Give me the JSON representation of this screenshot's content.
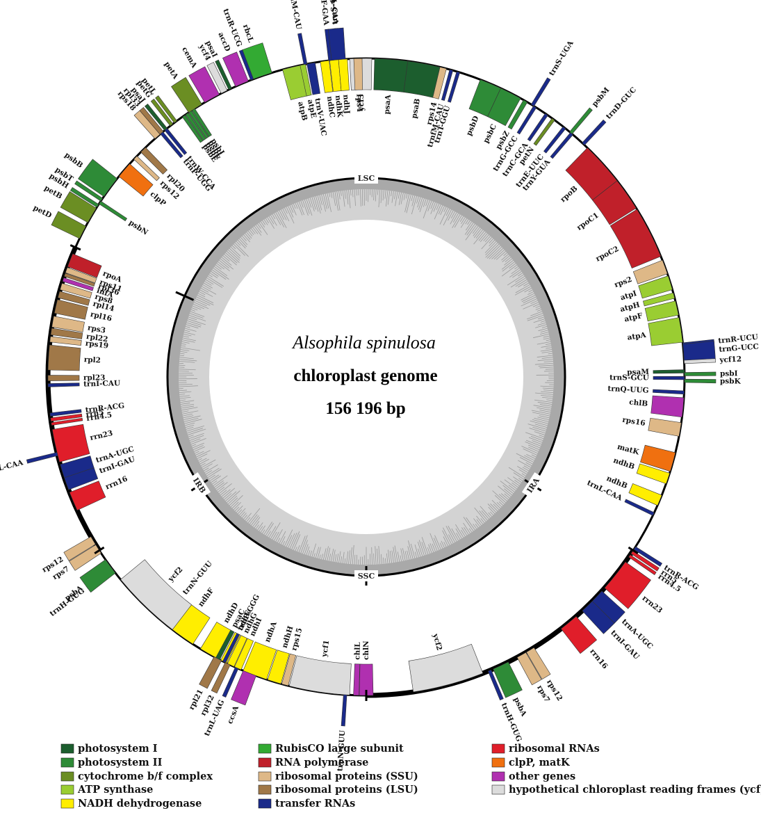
{
  "title": {
    "species": "Alsophila spinulosa",
    "subtitle": "chloroplast genome",
    "length": "156 196 bp"
  },
  "regions": [
    {
      "name": "LSC",
      "angle": 0
    },
    {
      "name": "IRA",
      "angle": 123
    },
    {
      "name": "SSC",
      "angle": 180
    },
    {
      "name": "IRB",
      "angle": 237
    }
  ],
  "colors": {
    "photosystem I": "#1c5e2e",
    "photosystem II": "#2e8b37",
    "cytochrome b/f complex": "#6b8e23",
    "ATP synthase": "#9acd32",
    "NADH dehydrogenase": "#ffee00",
    "RubisCO large subunit": "#33aa33",
    "RNA polymerase": "#c0202a",
    "ribosomal proteins (SSU)": "#deb887",
    "ribosomal proteins (LSU)": "#a07848",
    "transfer RNAs": "#1a2a8a",
    "ribosomal RNAs": "#e01e2a",
    "clpP, matK": "#f07010",
    "other genes": "#b030b0",
    "hypothetical chloroplast reading frames (ycf)": "#dcdcdc"
  },
  "legend": [
    [
      "photosystem I",
      "photosystem II",
      "cytochrome b/f complex",
      "ATP synthase",
      "NADH dehydrogenase"
    ],
    [
      "RubisCO large subunit",
      "RNA polymerase",
      "ribosomal proteins (SSU)",
      "ribosomal proteins (LSU)",
      "transfer RNAs"
    ],
    [
      "ribosomal RNAs",
      "clpP, matK",
      "other genes",
      "hypothetical chloroplast reading frames (ycf)"
    ]
  ],
  "genes": [
    {
      "name": "trnS-GGA",
      "cat": "transfer RNAs",
      "a": -5.0,
      "w": 0.6,
      "s": "out"
    },
    {
      "name": "ycf3",
      "cat": "hypothetical chloroplast reading frames (ycf)",
      "a": -1.0,
      "w": 4.0,
      "s": "in"
    },
    {
      "name": "psaA",
      "cat": "photosystem I",
      "a": 4.5,
      "w": 6.0,
      "s": "in"
    },
    {
      "name": "psaB",
      "cat": "photosystem I",
      "a": 10.5,
      "w": 6.0,
      "s": "in"
    },
    {
      "name": "rps14",
      "cat": "ribosomal proteins (SSU)",
      "a": 14.0,
      "w": 1.2,
      "s": "in"
    },
    {
      "name": "trnfM-CAU",
      "cat": "transfer RNAs",
      "a": 15.5,
      "w": 0.6,
      "s": "in"
    },
    {
      "name": "trnT-GGU",
      "cat": "transfer RNAs",
      "a": 16.8,
      "w": 0.6,
      "s": "in"
    },
    {
      "name": "psbD",
      "cat": "photosystem II",
      "a": 23.0,
      "w": 4.0,
      "s": "in"
    },
    {
      "name": "psbC",
      "cat": "photosystem II",
      "a": 27.0,
      "w": 4.0,
      "s": "in"
    },
    {
      "name": "trnS-UGA",
      "cat": "transfer RNAs",
      "a": 31.5,
      "w": 0.6,
      "s": "out"
    },
    {
      "name": "psbZ",
      "cat": "photosystem II",
      "a": 30.0,
      "w": 0.8,
      "s": "in"
    },
    {
      "name": "trnG-GCC",
      "cat": "transfer RNAs",
      "a": 32.0,
      "w": 0.6,
      "s": "in"
    },
    {
      "name": "trnC-GCA",
      "cat": "transfer RNAs",
      "a": 34.5,
      "w": 0.6,
      "s": "in"
    },
    {
      "name": "petN",
      "cat": "cytochrome b/f complex",
      "a": 36.0,
      "w": 0.6,
      "s": "in"
    },
    {
      "name": "psbM",
      "cat": "photosystem II",
      "a": 40.0,
      "w": 0.6,
      "s": "out"
    },
    {
      "name": "trnD-GUC",
      "cat": "transfer RNAs",
      "a": 43.0,
      "w": 0.6,
      "s": "out"
    },
    {
      "name": "trnE-UUC",
      "cat": "transfer RNAs",
      "a": 38.5,
      "w": 0.6,
      "s": "in"
    },
    {
      "name": "trnY-GUA",
      "cat": "transfer RNAs",
      "a": 40.2,
      "w": 0.6,
      "s": "in"
    },
    {
      "name": "rpoB",
      "cat": "RNA polymerase",
      "a": 48.0,
      "w": 8.0,
      "s": "in"
    },
    {
      "name": "rpoC1",
      "cat": "RNA polymerase",
      "a": 55.0,
      "w": 6.0,
      "s": "in"
    },
    {
      "name": "rpoC2",
      "cat": "RNA polymerase",
      "a": 63.0,
      "w": 9.5,
      "s": "in"
    },
    {
      "name": "rps2",
      "cat": "ribosomal proteins (SSU)",
      "a": 69.8,
      "w": 2.6,
      "s": "in"
    },
    {
      "name": "atpI",
      "cat": "ATP synthase",
      "a": 72.8,
      "w": 2.6,
      "s": "in"
    },
    {
      "name": "atpH",
      "cat": "ATP synthase",
      "a": 75.2,
      "w": 1.0,
      "s": "in"
    },
    {
      "name": "atpF",
      "cat": "ATP synthase",
      "a": 77.5,
      "w": 2.6,
      "s": "in"
    },
    {
      "name": "atpA",
      "cat": "ATP synthase",
      "a": 81.5,
      "w": 4.5,
      "s": "in"
    },
    {
      "name": "trnR-UCU",
      "cat": "transfer RNAs",
      "a": 84.2,
      "w": 0.7,
      "s": "out"
    },
    {
      "name": "trnG-UCC",
      "cat": "transfer RNAs",
      "a": 85.6,
      "w": 3.0,
      "s": "out"
    },
    {
      "name": "ycf12",
      "cat": "hypothetical chloroplast reading frames (ycf)",
      "a": 87.3,
      "w": 0.6,
      "s": "out"
    },
    {
      "name": "psaM",
      "cat": "photosystem I",
      "a": 89.0,
      "w": 0.6,
      "s": "in"
    },
    {
      "name": "trnS-GCU",
      "cat": "transfer RNAs",
      "a": 90.2,
      "w": 0.6,
      "s": "in"
    },
    {
      "name": "psbI",
      "cat": "photosystem II",
      "a": 89.5,
      "w": 0.6,
      "s": "out"
    },
    {
      "name": "psbK",
      "cat": "photosystem II",
      "a": 90.7,
      "w": 0.6,
      "s": "out"
    },
    {
      "name": "trnQ-UUG",
      "cat": "transfer RNAs",
      "a": 92.8,
      "w": 0.6,
      "s": "in"
    },
    {
      "name": "chlB",
      "cat": "other genes",
      "a": 95.5,
      "w": 3.5,
      "s": "in"
    },
    {
      "name": "rps16",
      "cat": "ribosomal proteins (SSU)",
      "a": 99.5,
      "w": 2.5,
      "s": "in"
    },
    {
      "name": "matK",
      "cat": "clpP, matK",
      "a": 105.5,
      "w": 3.5,
      "s": "in"
    },
    {
      "name": "ndhB",
      "cat": "NADH dehydrogenase",
      "a": 108.6,
      "w": 2.0,
      "s": "in"
    },
    {
      "name": "ndhB",
      "cat": "NADH dehydrogenase",
      "a": 112.8,
      "w": 2.0,
      "s": "in"
    },
    {
      "name": "trnL-CAA",
      "cat": "transfer RNAs",
      "a": 115.5,
      "w": 0.6,
      "s": "in"
    },
    {
      "name": "trnR-ACG",
      "cat": "transfer RNAs",
      "a": 122.5,
      "w": 0.6,
      "s": "out"
    },
    {
      "name": "rrn5",
      "cat": "ribosomal RNAs",
      "a": 123.4,
      "w": 0.6,
      "s": "out"
    },
    {
      "name": "rrn4.5",
      "cat": "ribosomal RNAs",
      "a": 124.2,
      "w": 0.5,
      "s": "out"
    },
    {
      "name": "rrn23",
      "cat": "ribosomal RNAs",
      "a": 128.5,
      "w": 6.0,
      "s": "out"
    },
    {
      "name": "trnA-UGC",
      "cat": "transfer RNAs",
      "a": 133.5,
      "w": 2.5,
      "s": "out"
    },
    {
      "name": "trnI-GAU",
      "cat": "transfer RNAs",
      "a": 136.0,
      "w": 2.5,
      "s": "out"
    },
    {
      "name": "rrn16",
      "cat": "ribosomal RNAs",
      "a": 140.5,
      "w": 3.5,
      "s": "out"
    },
    {
      "name": "rps12",
      "cat": "ribosomal proteins (SSU)",
      "a": 149.0,
      "w": 1.6,
      "s": "out"
    },
    {
      "name": "rps7",
      "cat": "ribosomal proteins (SSU)",
      "a": 150.8,
      "w": 1.8,
      "s": "out"
    },
    {
      "name": "psbA",
      "cat": "photosystem II",
      "a": 155.0,
      "w": 3.0,
      "s": "out"
    },
    {
      "name": "trnH-GUG",
      "cat": "transfer RNAs",
      "a": 157.2,
      "w": 0.6,
      "s": "out"
    },
    {
      "name": "ycf2",
      "cat": "hypothetical chloroplast reading frames (ycf)",
      "a": 165.0,
      "w": 13.0,
      "s": "in"
    },
    {
      "name": "chlN",
      "cat": "other genes",
      "a": 180.0,
      "w": 2.5,
      "s": "in"
    },
    {
      "name": "chlL",
      "cat": "other genes",
      "a": 181.8,
      "w": 1.0,
      "s": "in"
    },
    {
      "name": "trnN-GUU",
      "cat": "transfer RNAs",
      "a": 183.8,
      "w": 0.6,
      "s": "out"
    },
    {
      "name": "ycf1",
      "cat": "hypothetical chloroplast reading frames (ycf)",
      "a": 188.5,
      "w": 11.0,
      "s": "in"
    },
    {
      "name": "rps15",
      "cat": "ribosomal proteins (SSU)",
      "a": 194.8,
      "w": 1.2,
      "s": "in"
    },
    {
      "name": "ndhH",
      "cat": "NADH dehydrogenase",
      "a": 196.8,
      "w": 2.5,
      "s": "in"
    },
    {
      "name": "ndhA",
      "cat": "NADH dehydrogenase",
      "a": 200.5,
      "w": 4.5,
      "s": "in"
    },
    {
      "name": "ndhI",
      "cat": "NADH dehydrogenase",
      "a": 203.8,
      "w": 1.3,
      "s": "in"
    },
    {
      "name": "ndhG",
      "cat": "NADH dehydrogenase",
      "a": 205.2,
      "w": 1.3,
      "s": "in"
    },
    {
      "name": "ndhE",
      "cat": "NADH dehydrogenase",
      "a": 206.6,
      "w": 1.2,
      "s": "in"
    },
    {
      "name": "psaC",
      "cat": "photosystem I",
      "a": 207.9,
      "w": 1.0,
      "s": "in"
    },
    {
      "name": "ndhD",
      "cat": "NADH dehydrogenase",
      "a": 209.8,
      "w": 3.2,
      "s": "in"
    },
    {
      "name": "ccsA",
      "cat": "other genes",
      "a": 201.5,
      "w": 2.5,
      "s": "out"
    },
    {
      "name": "trnL-UAG",
      "cat": "transfer RNAs",
      "a": 204.0,
      "w": 0.6,
      "s": "out"
    },
    {
      "name": "rpl32",
      "cat": "ribosomal proteins (LSU)",
      "a": 205.8,
      "w": 1.0,
      "s": "out"
    },
    {
      "name": "rpl21",
      "cat": "ribosomal proteins (LSU)",
      "a": 207.8,
      "w": 1.5,
      "s": "out"
    },
    {
      "name": "trnP-GGG",
      "cat": "transfer RNAs",
      "a": 206.5,
      "w": 0.6,
      "s": "in"
    },
    {
      "name": "ndhF",
      "cat": "NADH dehydrogenase",
      "a": 216.0,
      "w": 6.0,
      "s": "in"
    },
    {
      "name": "trnN-GUU",
      "cat": "transfer RNAs",
      "a": 220.0,
      "w": 0.6,
      "s": "in"
    },
    {
      "name": "ycf2",
      "cat": "hypothetical chloroplast reading frames (ycf)",
      "a": 224.0,
      "w": 13.0,
      "s": "in"
    },
    {
      "name": "trnH-GUG",
      "cat": "transfer RNAs",
      "a": 233.0,
      "w": 0.6,
      "s": "out"
    },
    {
      "name": "psbA",
      "cat": "photosystem II",
      "a": 233.5,
      "w": 3.0,
      "s": "out"
    },
    {
      "name": "rps7",
      "cat": "ribosomal proteins (SSU)",
      "a": 237.3,
      "w": 1.8,
      "s": "out"
    },
    {
      "name": "rps12",
      "cat": "ribosomal proteins (SSU)",
      "a": 239.1,
      "w": 1.6,
      "s": "out"
    },
    {
      "name": "rrn16",
      "cat": "ribosomal RNAs",
      "a": 247.0,
      "w": 3.5,
      "s": "in"
    },
    {
      "name": "trnI-GAU",
      "cat": "transfer RNAs",
      "a": 250.5,
      "w": 2.5,
      "s": "in"
    },
    {
      "name": "trnA-UGC",
      "cat": "transfer RNAs",
      "a": 252.8,
      "w": 2.5,
      "s": "in"
    },
    {
      "name": "rrn23",
      "cat": "ribosomal RNAs",
      "a": 257.5,
      "w": 6.0,
      "s": "in"
    },
    {
      "name": "rrn4.5",
      "cat": "ribosomal RNAs",
      "a": 261.5,
      "w": 0.5,
      "s": "in"
    },
    {
      "name": "rrn5",
      "cat": "ribosomal RNAs",
      "a": 262.3,
      "w": 0.6,
      "s": "in"
    },
    {
      "name": "trnR-ACG",
      "cat": "transfer RNAs",
      "a": 263.2,
      "w": 0.6,
      "s": "in"
    },
    {
      "name": "trnL-CAA",
      "cat": "transfer RNAs",
      "a": 256.0,
      "w": 0.6,
      "s": "out"
    },
    {
      "name": "trnI-CAU",
      "cat": "transfer RNAs",
      "a": 268.5,
      "w": 0.6,
      "s": "in"
    },
    {
      "name": "rpl23",
      "cat": "ribosomal proteins (LSU)",
      "a": 269.8,
      "w": 1.0,
      "s": "in"
    },
    {
      "name": "rpl2",
      "cat": "ribosomal proteins (LSU)",
      "a": 273.5,
      "w": 4.5,
      "s": "in"
    },
    {
      "name": "rps19",
      "cat": "ribosomal proteins (SSU)",
      "a": 276.8,
      "w": 1.0,
      "s": "in"
    },
    {
      "name": "rpl22",
      "cat": "ribosomal proteins (LSU)",
      "a": 278.2,
      "w": 1.2,
      "s": "in"
    },
    {
      "name": "rps3",
      "cat": "ribosomal proteins (SSU)",
      "a": 280.0,
      "w": 2.0,
      "s": "in"
    },
    {
      "name": "rpl16",
      "cat": "ribosomal proteins (LSU)",
      "a": 282.8,
      "w": 2.5,
      "s": "in"
    },
    {
      "name": "rpl14",
      "cat": "ribosomal proteins (LSU)",
      "a": 285.0,
      "w": 1.2,
      "s": "in"
    },
    {
      "name": "rps8",
      "cat": "ribosomal proteins (SSU)",
      "a": 286.5,
      "w": 1.2,
      "s": "in"
    },
    {
      "name": "infA",
      "cat": "other genes",
      "a": 287.8,
      "w": 0.7,
      "s": "in"
    },
    {
      "name": "rpl36",
      "cat": "ribosomal proteins (LSU)",
      "a": 288.7,
      "w": 0.6,
      "s": "in"
    },
    {
      "name": "rps11",
      "cat": "ribosomal proteins (SSU)",
      "a": 289.6,
      "w": 1.0,
      "s": "in"
    },
    {
      "name": "rpoA",
      "cat": "RNA polymerase",
      "a": 291.5,
      "w": 2.5,
      "s": "in"
    },
    {
      "name": "petD",
      "cat": "cytochrome b/f complex",
      "a": 297.0,
      "w": 2.5,
      "s": "out"
    },
    {
      "name": "petB",
      "cat": "cytochrome b/f complex",
      "a": 300.5,
      "w": 3.0,
      "s": "out"
    },
    {
      "name": "psbH",
      "cat": "photosystem II",
      "a": 302.5,
      "w": 0.6,
      "s": "out"
    },
    {
      "name": "psbN",
      "cat": "photosystem II",
      "a": 303.2,
      "w": 0.6,
      "s": "in"
    },
    {
      "name": "psbT",
      "cat": "photosystem II",
      "a": 303.8,
      "w": 0.6,
      "s": "out"
    },
    {
      "name": "psbB",
      "cat": "photosystem II",
      "a": 306.5,
      "w": 4.0,
      "s": "out"
    },
    {
      "name": "clpP",
      "cat": "clpP, matK",
      "a": 310.5,
      "w": 3.0,
      "s": "in"
    },
    {
      "name": "rps12",
      "cat": "ribosomal proteins (SSU)",
      "a": 313.5,
      "w": 0.8,
      "s": "in"
    },
    {
      "name": "rpl20",
      "cat": "ribosomal proteins (LSU)",
      "a": 315.5,
      "w": 1.2,
      "s": "in"
    },
    {
      "name": "rps18",
      "cat": "ribosomal proteins (SSU)",
      "a": 319.0,
      "w": 1.2,
      "s": "out"
    },
    {
      "name": "rpl33",
      "cat": "ribosomal proteins (LSU)",
      "a": 320.0,
      "w": 0.8,
      "s": "out"
    },
    {
      "name": "psaJ",
      "cat": "photosystem I",
      "a": 321.0,
      "w": 0.6,
      "s": "out"
    },
    {
      "name": "petG",
      "cat": "cytochrome b/f complex",
      "a": 322.3,
      "w": 0.6,
      "s": "out"
    },
    {
      "name": "petL",
      "cat": "cytochrome b/f complex",
      "a": 323.2,
      "w": 0.6,
      "s": "out"
    },
    {
      "name": "trnP-UGG",
      "cat": "transfer RNAs",
      "a": 320.0,
      "w": 0.6,
      "s": "in"
    },
    {
      "name": "trnW-CCA",
      "cat": "transfer RNAs",
      "a": 321.0,
      "w": 0.6,
      "s": "in"
    },
    {
      "name": "psbE",
      "cat": "photosystem II",
      "a": 325.0,
      "w": 0.6,
      "s": "in"
    },
    {
      "name": "psbF",
      "cat": "photosystem II",
      "a": 325.7,
      "w": 0.6,
      "s": "in"
    },
    {
      "name": "psbL",
      "cat": "photosystem II",
      "a": 326.4,
      "w": 0.6,
      "s": "in"
    },
    {
      "name": "psbJ",
      "cat": "photosystem II",
      "a": 327.1,
      "w": 0.6,
      "s": "in"
    },
    {
      "name": "petA",
      "cat": "cytochrome b/f complex",
      "a": 327.5,
      "w": 2.8,
      "s": "out"
    },
    {
      "name": "cemA",
      "cat": "other genes",
      "a": 331.0,
      "w": 3.0,
      "s": "out"
    },
    {
      "name": "ycf4",
      "cat": "hypothetical chloroplast reading frames (ycf)",
      "a": 333.5,
      "w": 1.2,
      "s": "out"
    },
    {
      "name": "psaI",
      "cat": "photosystem I",
      "a": 334.7,
      "w": 0.6,
      "s": "out"
    },
    {
      "name": "accD",
      "cat": "other genes",
      "a": 337.0,
      "w": 2.5,
      "s": "out"
    },
    {
      "name": "trnR-UCG",
      "cat": "transfer RNAs",
      "a": 339.0,
      "w": 0.6,
      "s": "out"
    },
    {
      "name": "rbcL",
      "cat": "RubisCO large subunit",
      "a": 341.0,
      "w": 3.5,
      "s": "out"
    },
    {
      "name": "atpB",
      "cat": "ATP synthase",
      "a": 346.5,
      "w": 3.5,
      "s": "in"
    },
    {
      "name": "atpE",
      "cat": "ATP synthase",
      "a": 348.5,
      "w": 1.0,
      "s": "in"
    },
    {
      "name": "trnM-CAU",
      "cat": "transfer RNAs",
      "a": 349.0,
      "w": 0.6,
      "s": "out"
    },
    {
      "name": "trnV-UAC",
      "cat": "transfer RNAs",
      "a": 350.0,
      "w": 1.5,
      "s": "in"
    },
    {
      "name": "ndhC",
      "cat": "NADH dehydrogenase",
      "a": 352.5,
      "w": 1.6,
      "s": "in"
    },
    {
      "name": "ndhK",
      "cat": "NADH dehydrogenase",
      "a": 354.2,
      "w": 1.6,
      "s": "in"
    },
    {
      "name": "ndhJ",
      "cat": "NADH dehydrogenase",
      "a": 355.8,
      "w": 1.6,
      "s": "in"
    },
    {
      "name": "trnF-GAA",
      "cat": "transfer RNAs",
      "a": 353.5,
      "w": 0.6,
      "s": "out"
    },
    {
      "name": "trnL-CAA",
      "cat": "transfer RNAs",
      "a": 355.0,
      "w": 2.5,
      "s": "out"
    },
    {
      "name": "rps4",
      "cat": "ribosomal proteins (SSU)",
      "a": 358.5,
      "w": 1.5,
      "s": "in"
    }
  ]
}
